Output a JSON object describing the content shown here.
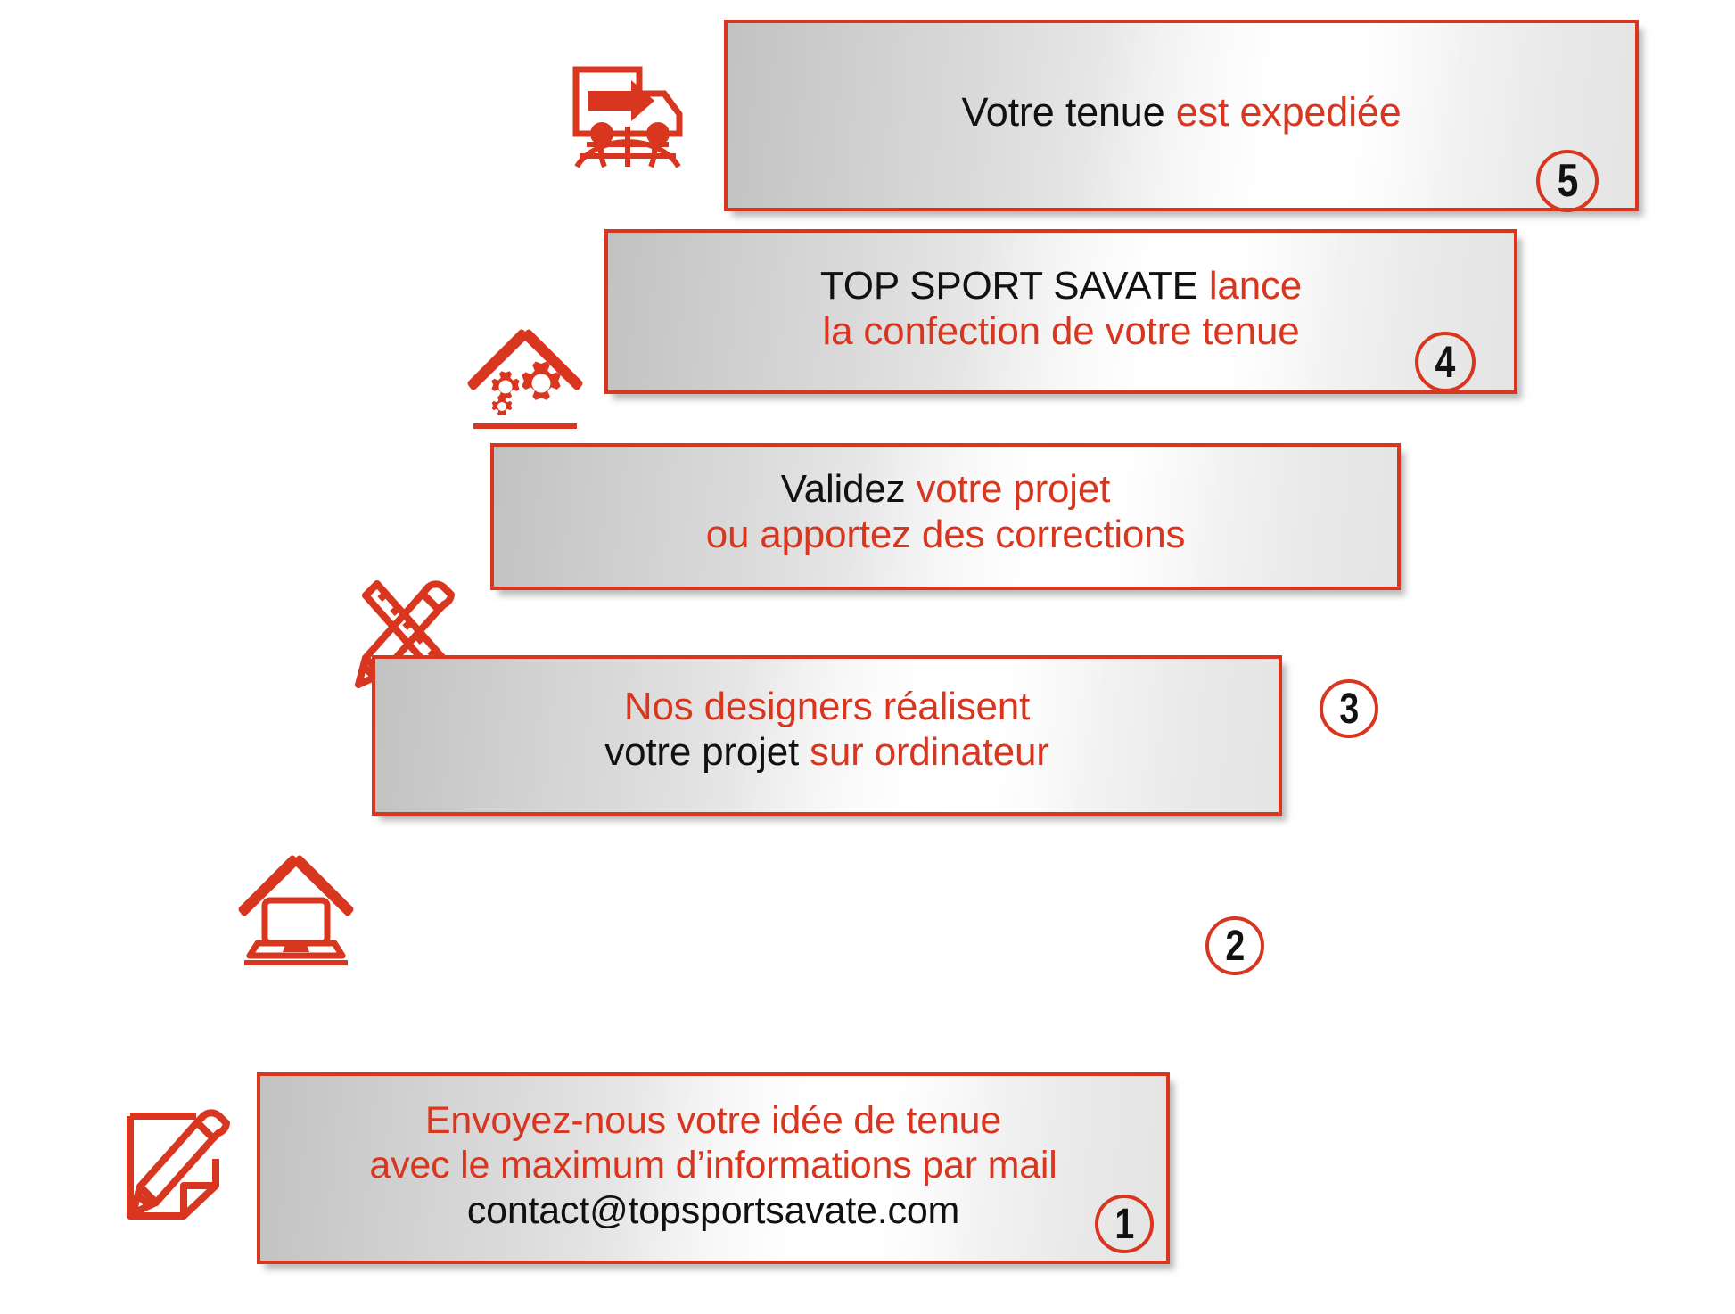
{
  "meta": {
    "brand_red": "#d8361f",
    "text_black": "#111111",
    "bar_gradient_from": "#c2c2c2",
    "bar_gradient_to": "#ffffff",
    "background": "#ffffff"
  },
  "steps": [
    {
      "number": "5",
      "icon": "delivery-truck-globe-icon",
      "lines": [
        {
          "parts": [
            {
              "text": "Votre tenue ",
              "color": "black"
            },
            {
              "text": "est expediée",
              "color": "red"
            }
          ]
        }
      ]
    },
    {
      "number": "4",
      "icon": "workshop-roof-gears-icon",
      "lines": [
        {
          "parts": [
            {
              "text": "TOP SPORT SAVATE ",
              "color": "black"
            },
            {
              "text": "lance",
              "color": "red"
            }
          ]
        },
        {
          "parts": [
            {
              "text": "la confection de votre tenue",
              "color": "red"
            }
          ]
        }
      ]
    },
    {
      "number": "3",
      "icon": "ruler-pencil-icon",
      "lines": [
        {
          "parts": [
            {
              "text": "Validez ",
              "color": "black"
            },
            {
              "text": "votre projet",
              "color": "red"
            }
          ]
        },
        {
          "parts": [
            {
              "text": "ou apportez des corrections",
              "color": "red"
            }
          ]
        }
      ]
    },
    {
      "number": "2",
      "icon": "roof-laptop-icon",
      "lines": [
        {
          "parts": [
            {
              "text": "Nos designers réalisent",
              "color": "red"
            }
          ]
        },
        {
          "parts": [
            {
              "text": "votre projet ",
              "color": "black"
            },
            {
              "text": "sur ordinateur",
              "color": "red"
            }
          ]
        }
      ]
    },
    {
      "number": "1",
      "icon": "document-pencil-icon",
      "lines": [
        {
          "parts": [
            {
              "text": "Envoyez-nous votre idée de tenue",
              "color": "red"
            }
          ]
        },
        {
          "parts": [
            {
              "text": "avec le maximum d’informations par mail",
              "color": "red"
            }
          ]
        },
        {
          "parts": [
            {
              "text": "contact@topsportsavate.com",
              "color": "black"
            }
          ]
        }
      ]
    }
  ]
}
